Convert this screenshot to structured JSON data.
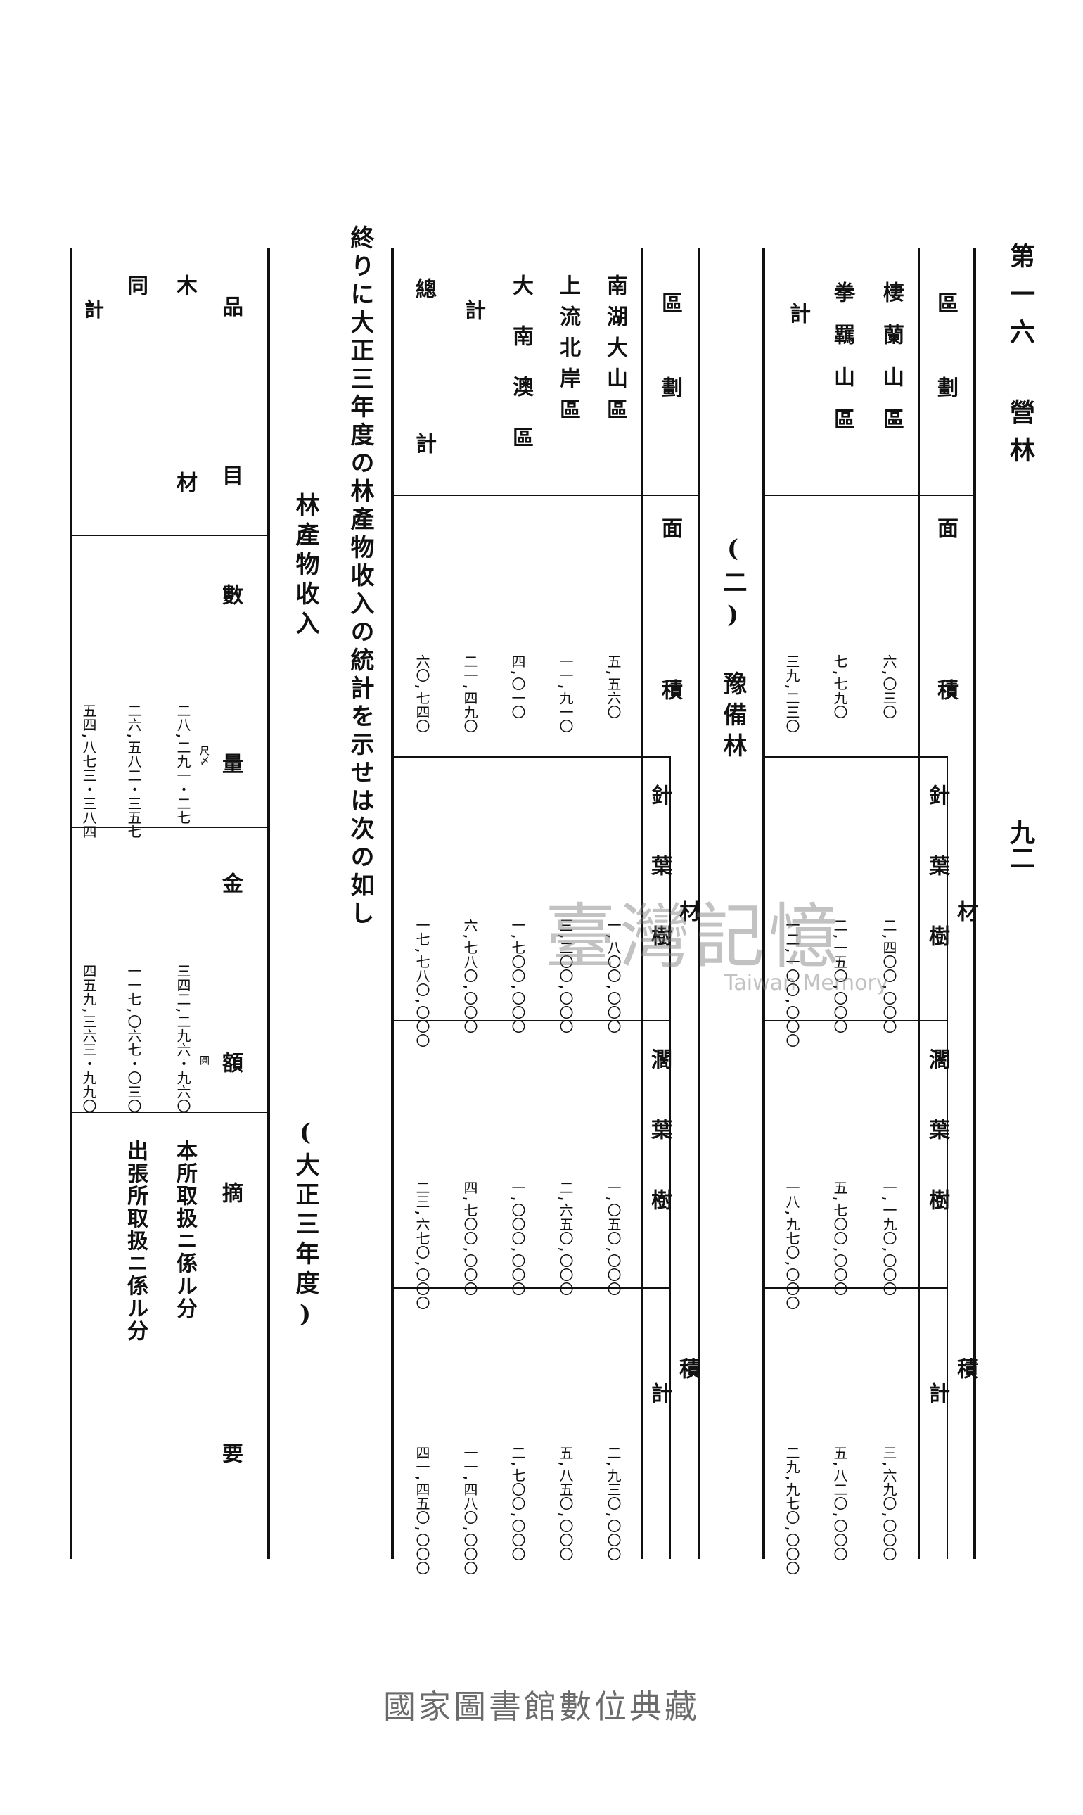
{
  "header": {
    "section": "第一六 營林",
    "page_number": "九二"
  },
  "table1": {
    "header": {
      "region": "區劃",
      "area": "面積",
      "volume_group": "材積",
      "conifer": "針葉樹",
      "broadleaf": "濶葉樹",
      "total": "計"
    },
    "rows": [
      {
        "name": "棲蘭山區",
        "area": "六,〇三〇",
        "conifer": "二,四〇〇,〇〇〇",
        "broadleaf": "一,一九〇,〇〇〇",
        "total": "三,六九〇,〇〇〇"
      },
      {
        "name": "拳羈山區",
        "area": "七,七九〇",
        "conifer": "二,一五〇,〇〇〇",
        "broadleaf": "五,七〇〇,〇〇〇",
        "total": "五,八二〇,〇〇〇"
      },
      {
        "name": "計",
        "area": "三九,二三〇",
        "conifer": "一二,一〇〇,〇〇〇",
        "broadleaf": "一八,九七〇,〇〇〇",
        "total": "二九,九七〇,〇〇〇"
      }
    ]
  },
  "subsection": "(二) 豫備林",
  "table2": {
    "header": {
      "region": "區劃",
      "area": "面積",
      "volume_group": "材積",
      "conifer": "針葉樹",
      "broadleaf": "濶葉樹",
      "total": "計"
    },
    "rows": [
      {
        "name": "南湖大山區",
        "area": "五,五六〇",
        "conifer": "一,八〇〇,〇〇〇",
        "broadleaf": "一,〇五〇,〇〇〇",
        "total": "二,九三〇,〇〇〇"
      },
      {
        "name": "上流北岸區",
        "area": "一一,九一〇",
        "conifer": "三,二〇〇,〇〇〇",
        "broadleaf": "二,六五〇,〇〇〇",
        "total": "五,八五〇,〇〇〇"
      },
      {
        "name": "大南澳區",
        "area": "四,〇一〇",
        "conifer": "一,七〇〇,〇〇〇",
        "broadleaf": "一,〇〇〇,〇〇〇",
        "total": "二,七〇〇,〇〇〇"
      },
      {
        "name": "計",
        "area": "二一,四九〇",
        "conifer": "六,七八〇,〇〇〇",
        "broadleaf": "四,七〇〇,〇〇〇",
        "total": "一一,四八〇,〇〇〇"
      },
      {
        "name": "總計",
        "area": "六〇,七四〇",
        "conifer": "一七,七八〇,〇〇〇",
        "broadleaf": "二三,六七〇,〇〇〇",
        "total": "四一,四五〇,〇〇〇"
      }
    ]
  },
  "text": {
    "sentence": "終りに大正三年度の林產物收入の統計を示せは次の如し",
    "table_title": "林產物收入",
    "year": "(大正三年度)"
  },
  "table3": {
    "header": {
      "item": "品目",
      "quantity": "數量",
      "amount": "金額",
      "summary": "摘要"
    },
    "unit_quantity": "尺〆",
    "unit_amount": "圓",
    "rows": [
      {
        "name": "木材",
        "quantity": "二八,二九一・二七",
        "amount": "三四二,二九六・九六〇",
        "summary": "本所取扱ニ係ル分"
      },
      {
        "name": "同",
        "quantity": "二六,五八二・三五七",
        "amount": "一一七,〇六七・〇三〇",
        "summary": "出張所取扱ニ係ル分"
      },
      {
        "name": "計",
        "quantity": "五四,八七三・三八四",
        "amount": "四五九,三六三・九九〇",
        "summary": ""
      }
    ]
  },
  "watermark": {
    "main": "臺灣記憶",
    "sub": "Taiwan Memory"
  },
  "footer": "國家圖書館數位典藏"
}
